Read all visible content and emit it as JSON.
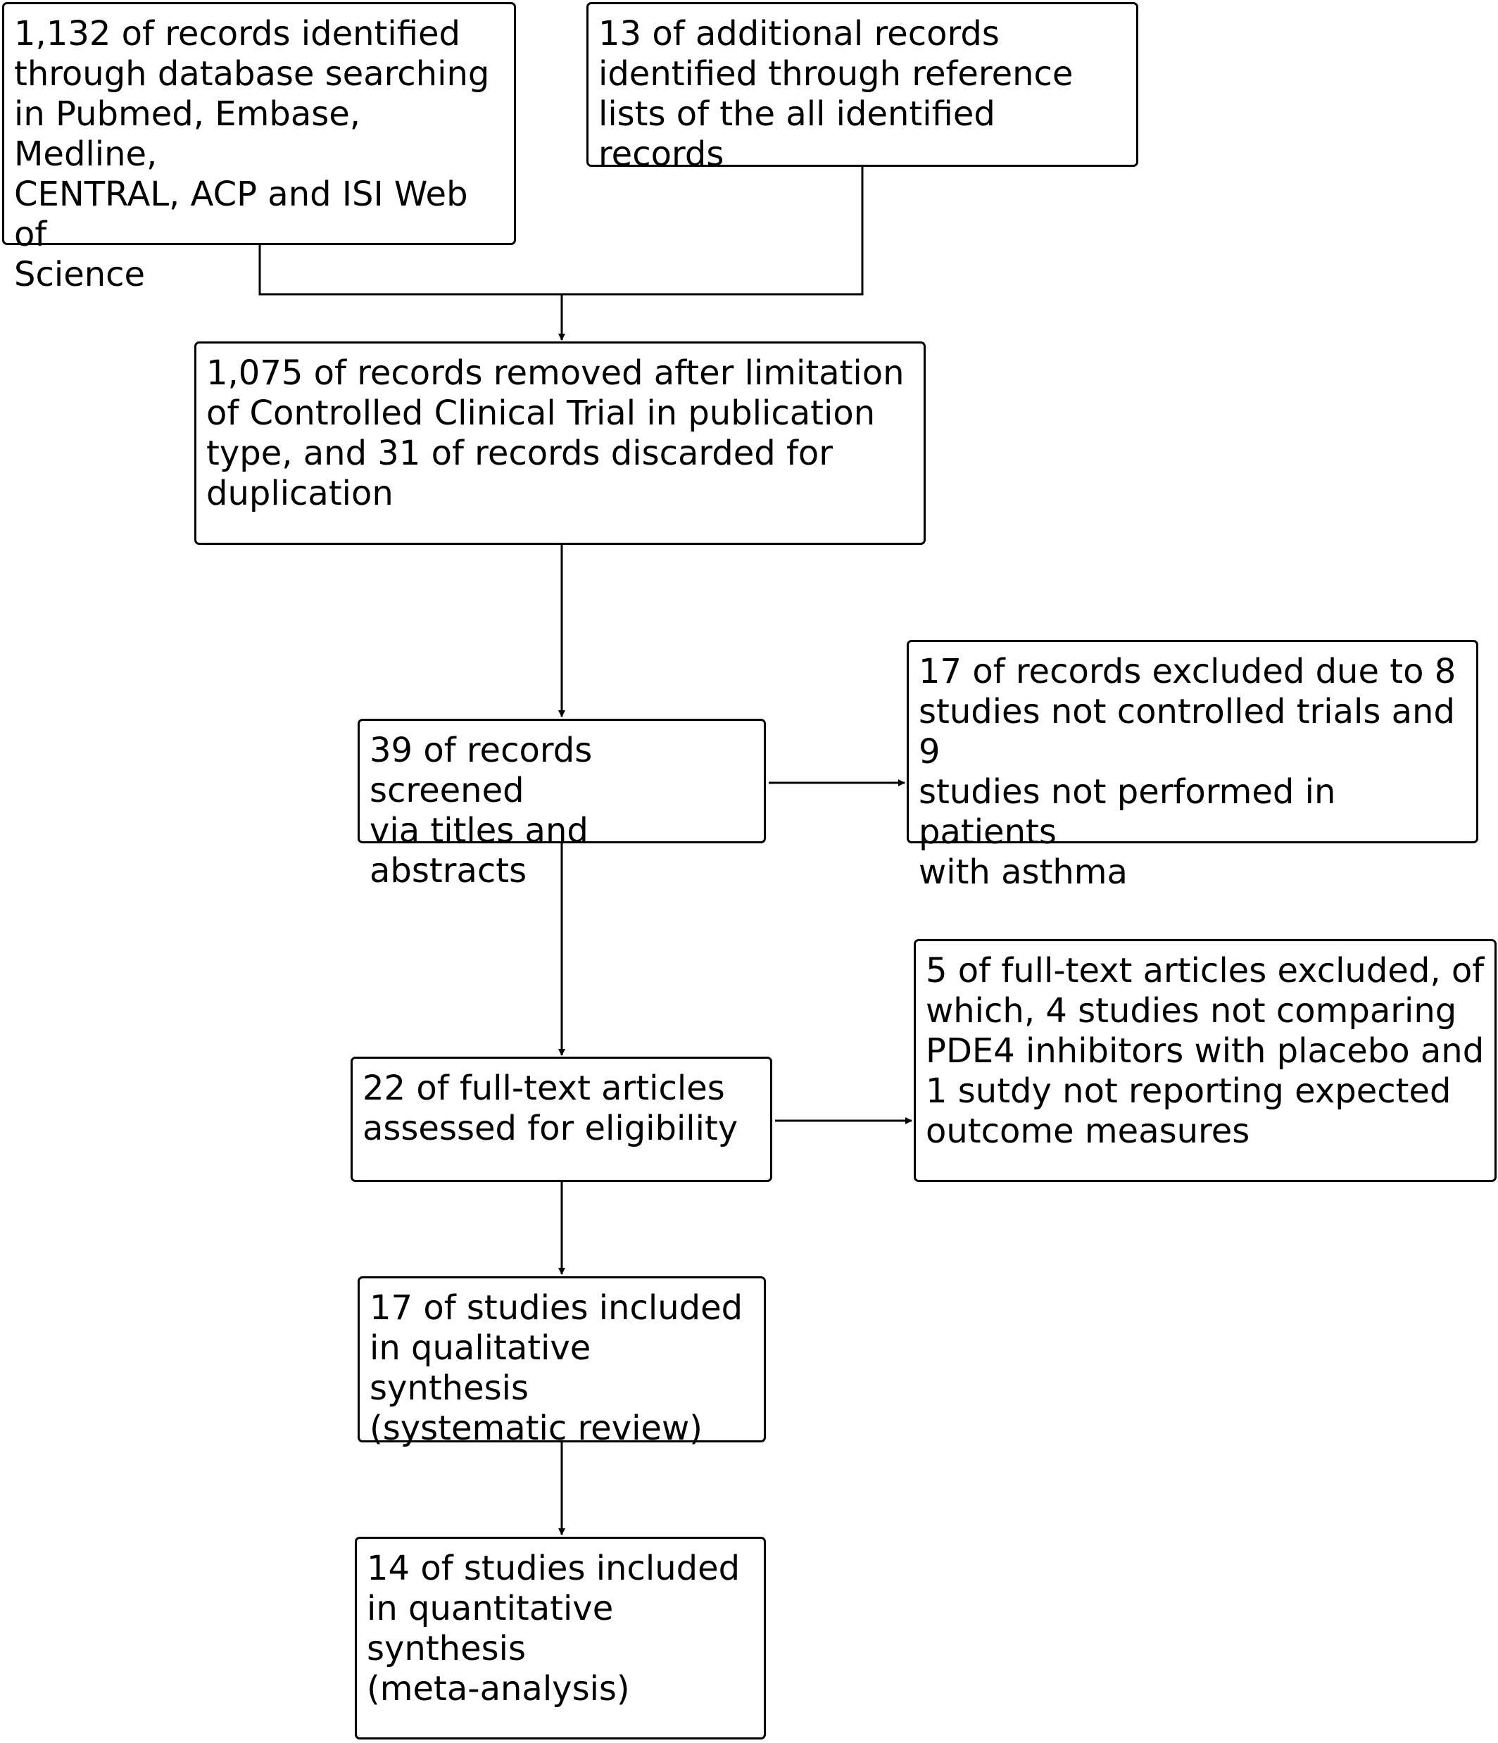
{
  "flowchart": {
    "boxes": {
      "database_search": "1,132 of records identified\nthrough database searching\nin Pubmed, Embase, Medline,\nCENTRAL, ACP and ISI Web of\nScience",
      "additional_records": "13 of additional records\nidentified through reference\nlists of the all identified records",
      "removed": "1,075 of records removed after limitation\nof Controlled Clinical Trial in publication\ntype, and 31 of records discarded for\nduplication",
      "screened": "39 of records screened\nvia titles and abstracts",
      "excluded_screening": "17 of records excluded due to 8\nstudies not controlled trials and 9\nstudies not performed in patients\nwith asthma",
      "full_text_assessed": "22 of full-text articles\nassessed for eligibility",
      "full_text_excluded": "5 of full-text articles excluded, of\nwhich, 4 studies not comparing\nPDE4 inhibitors with placebo and\n1 sutdy not reporting expected\noutcome measures",
      "qualitative": "17 of studies included\nin qualitative synthesis\n(systematic review)",
      "quantitative": "14 of studies included\nin quantitative\nsynthesis\n(meta-analysis)"
    },
    "colors": {
      "line": "#000000",
      "box_border": "#000000",
      "background": "#ffffff"
    }
  }
}
